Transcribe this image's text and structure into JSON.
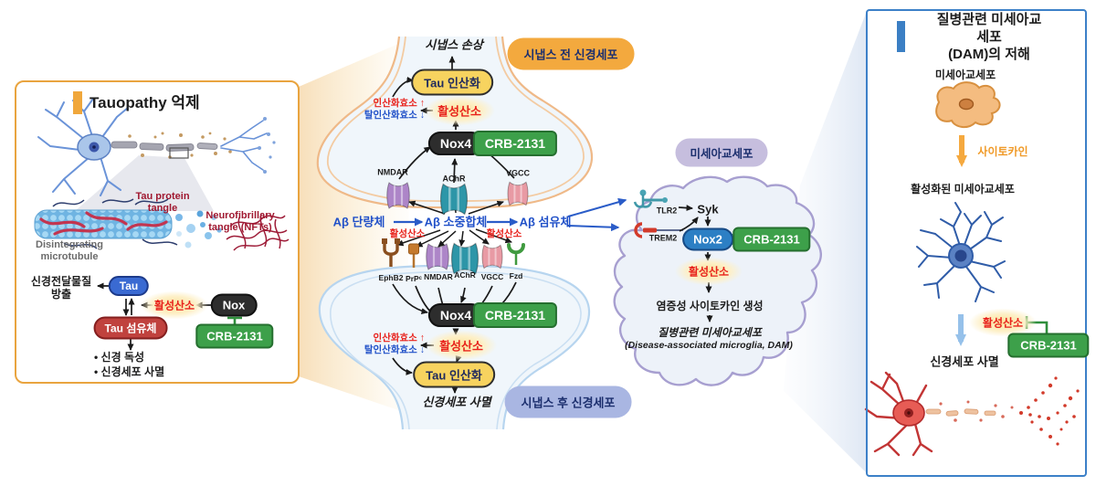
{
  "drug": "CRB-2131",
  "left_panel": {
    "title": "Tauopathy 억제",
    "tau_protein_tangle": "Tau protein\ntangle",
    "nft_label": "Neurofibrillary\ntangle (NFTs)",
    "microtubule_label": "Disintegrating\nmicrotubule",
    "neurotransmitter_release": "신경전달물질\n방출",
    "tau": "Tau",
    "ros": "활성산소",
    "nox": "Nox",
    "tau_fibril": "Tau 섬유체",
    "crb": "CRB-2131",
    "bullets": "• 신경 독성\n• 신경세포 사멸"
  },
  "synapse": {
    "presynaptic_badge": "시냅스 전 신경세포",
    "postsynaptic_badge": "시냅스 후 신경세포",
    "synapse_damage": "시냅스 손상",
    "tau_phosphorylation": "Tau 인산화",
    "kinase_up": "인산화효소 ↑",
    "phosphatase_down": "탈인산화효소 ↓",
    "ros": "활성산소",
    "nox4": "Nox4",
    "crb": "CRB-2131",
    "pre_receptors": [
      "NMDAR",
      "AChR",
      "VGCC"
    ],
    "post_receptors": [
      "EphB2",
      "PrPᶜ",
      "NMDAR",
      "AChR",
      "VGCC",
      "Fzd"
    ],
    "ab_monomer": "Aβ 단량체",
    "ab_oligomer": "Aβ 소중합체",
    "ab_fibril": "Aβ 섬유체",
    "ros_small_1": "활성산소",
    "ros_small_2": "활성산소",
    "neuron_death": "신경세포 사멸"
  },
  "microglia": {
    "badge": "미세아교세포",
    "tlr2": "TLR2",
    "trem2": "TREM2",
    "syk": "Syk",
    "nox2": "Nox2",
    "crb": "CRB-2131",
    "ros": "활성산소",
    "cytokine_production": "염증성 사이토카인 생성",
    "dam_kr": "질병관련 미세아교세포",
    "dam_en": "(Disease-associated microglia, DAM)"
  },
  "right_panel": {
    "title": "질병관련 미세아교세포\n(DAM)의 저해",
    "microglia_label": "미세아교세포",
    "cytokine": "사이토카인",
    "activated_label": "활성화된 미세아교세포",
    "ros": "활성산소",
    "crb": "CRB-2131",
    "neuron_death": "신경세포 사멸"
  }
}
